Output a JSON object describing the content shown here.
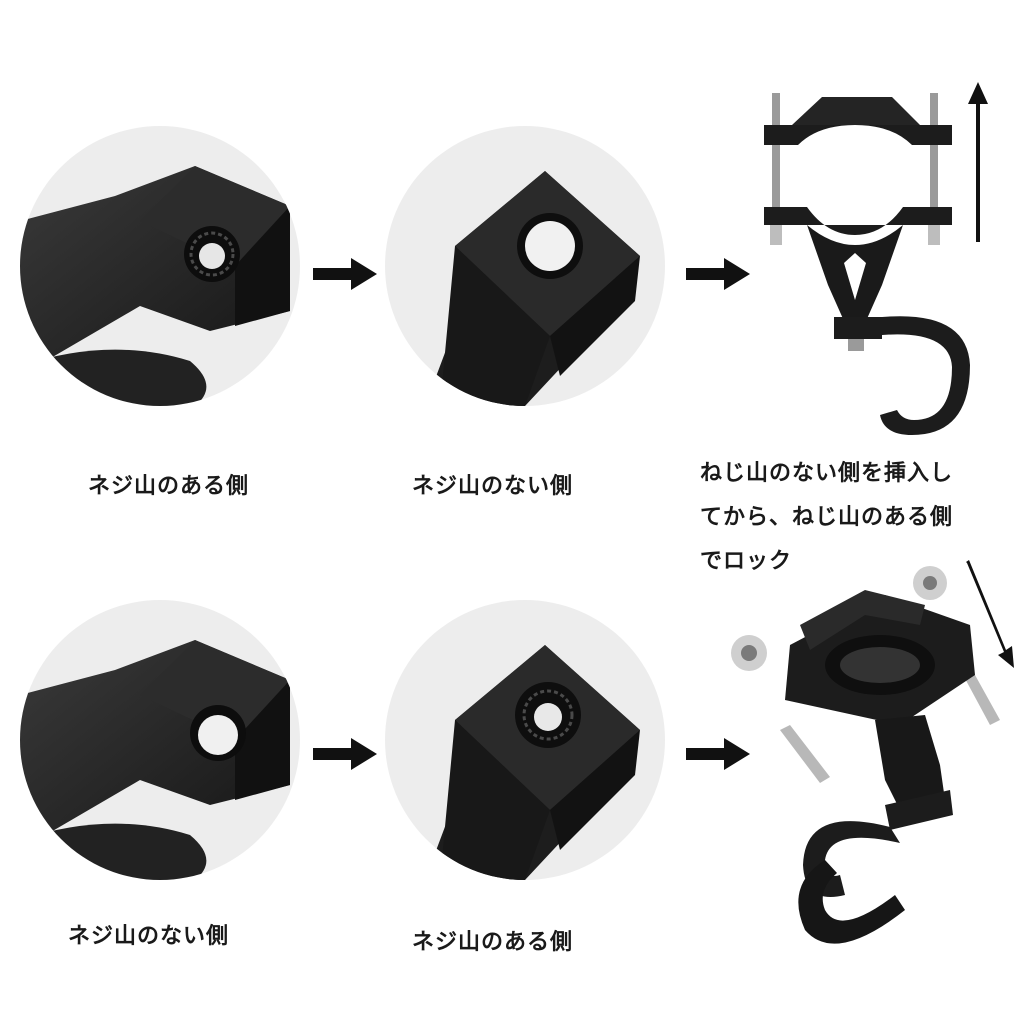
{
  "captions": {
    "top_left": "ネジ山のある側",
    "top_middle": "ネジ山のない側",
    "bottom_left": "ネジ山のない側",
    "bottom_middle": "ネジ山のある側"
  },
  "instruction": {
    "lines": [
      "ねじ山のない側を挿入し",
      "てから、ねじ山のある側",
      "でロック"
    ]
  },
  "colors": {
    "background": "#ffffff",
    "part_black": "#1c1c1c",
    "circle_bg": "#ededed",
    "text": "#1a1a1a"
  },
  "icons": {
    "flow_arrow": "right-arrow-icon",
    "direction_up": "up-arrow-icon",
    "direction_down": "down-right-arrow-icon"
  }
}
